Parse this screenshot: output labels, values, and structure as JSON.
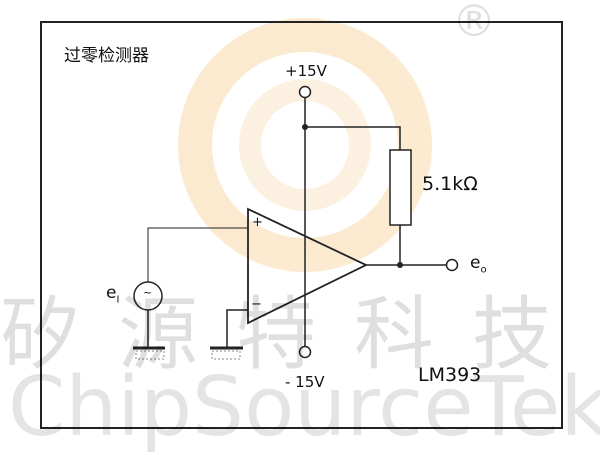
{
  "title": "过零检测器",
  "supply_positive": "+15V",
  "supply_negative": "- 15V",
  "resistor_value": "5.1kΩ",
  "input_label": "e",
  "input_sub": "I",
  "output_label": "e",
  "output_sub": "o",
  "plus_sign": "+",
  "minus_sign": "−",
  "source_symbol": "~",
  "part_number": "LM393",
  "watermark": {
    "cn": "矽源特科技",
    "en": "ChipSourceTek",
    "registered": "®"
  },
  "colors": {
    "line": "#222222",
    "logo": "#f6c27a"
  }
}
